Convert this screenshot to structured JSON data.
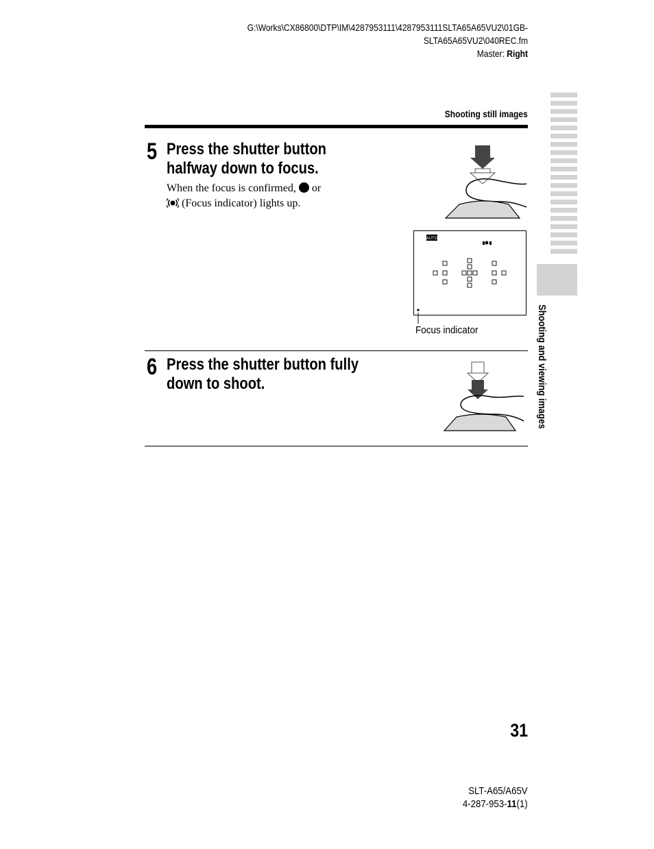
{
  "header": {
    "path_line1": "G:\\Works\\CX86800\\DTP\\IM\\4287953111\\4287953111SLTA65A65VU2\\01GB-",
    "path_line2": "SLTA65A65VU2\\040REC.fm",
    "master_label": "Master:",
    "master_value": "Right"
  },
  "section_title": "Shooting still images",
  "steps": [
    {
      "number": "5",
      "heading_line1": "Press the shutter button",
      "heading_line2": "halfway down to focus.",
      "body_part1": "When the focus is confirmed,",
      "body_part2": "or",
      "body_part3": "(Focus indicator) lights up."
    },
    {
      "number": "6",
      "heading_line1": "Press the shutter button fully",
      "heading_line2": "down to shoot."
    }
  ],
  "viewfinder": {
    "mode_badge": "AUTO",
    "focus_indicator_label": "Focus indicator"
  },
  "side_tab": {
    "label": "Shooting and viewing images"
  },
  "page_number": "31",
  "footer": {
    "model": "SLT-A65/A65V",
    "code_prefix": "4-287-953-",
    "code_bold": "11",
    "code_suffix": "(1)"
  },
  "icons": [
    "finger-press-halfway-illustration",
    "finger-press-fully-illustration",
    "focus-dot-icon",
    "focus-ring-icon"
  ]
}
